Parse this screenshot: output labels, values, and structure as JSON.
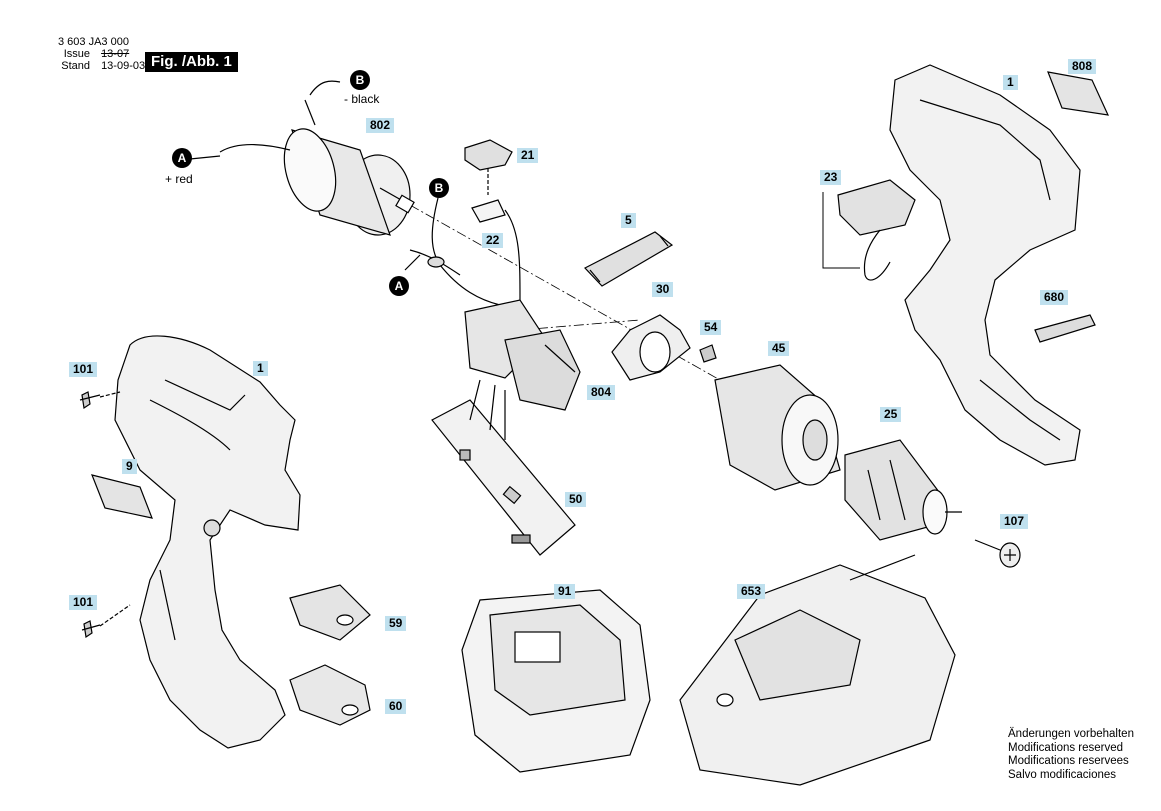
{
  "header": {
    "part_number": "3 603 JA3 000",
    "issue_label": "Issue",
    "issue_value": "13-07",
    "stand_label": "Stand",
    "stand_value": "13-09-03",
    "figure_title": "Fig. /Abb. 1"
  },
  "wire_labels": {
    "A_top": "A",
    "B_top": "B",
    "B_mid": "B",
    "A_mid": "A",
    "black_note": "- black",
    "red_note": "+ red"
  },
  "callouts": {
    "c802": "802",
    "c21": "21",
    "c22": "22",
    "c5": "5",
    "c30": "30",
    "c54": "54",
    "c804": "804",
    "c45": "45",
    "c25": "25",
    "c107": "107",
    "c50": "50",
    "c1_left": "1",
    "c101_top": "101",
    "c9": "9",
    "c101_bottom": "101",
    "c59": "59",
    "c60": "60",
    "c91": "91",
    "c653": "653",
    "c1_right": "1",
    "c808": "808",
    "c23": "23",
    "c680": "680"
  },
  "footer": {
    "de": "Änderungen vorbehalten",
    "en": "Modifications reserved",
    "fr": "Modifications reservees",
    "es": "Salvo modificaciones"
  },
  "colors": {
    "callout_bg": "#bfe0ee",
    "line": "#000000",
    "shade": "#e6e6e6"
  }
}
